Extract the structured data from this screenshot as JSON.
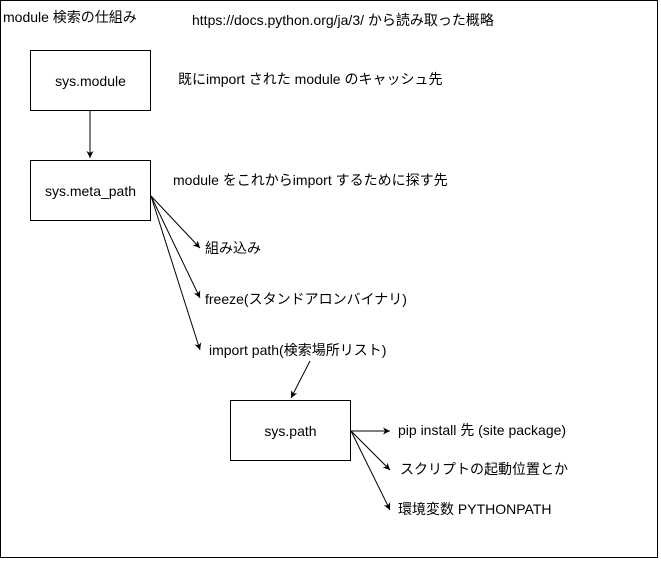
{
  "diagram": {
    "title": "module 検索の仕組み",
    "source_note": "https://docs.python.org/ja/3/ から読み取った概略",
    "nodes": {
      "sys_module": {
        "label": "sys.module",
        "note": "既にimport された module のキャッシュ先"
      },
      "sys_meta_path": {
        "label": "sys.meta_path",
        "note": "module をこれからimport するために探す先"
      },
      "sys_path": {
        "label": "sys.path"
      }
    },
    "meta_path_children": [
      "組み込み",
      "freeze(スタンドアロンバイナリ)",
      "import path(検索場所リスト)"
    ],
    "sys_path_children": [
      "pip install 先 (site package)",
      "スクリプトの起動位置とか",
      "環境変数 PYTHONPATH"
    ]
  }
}
